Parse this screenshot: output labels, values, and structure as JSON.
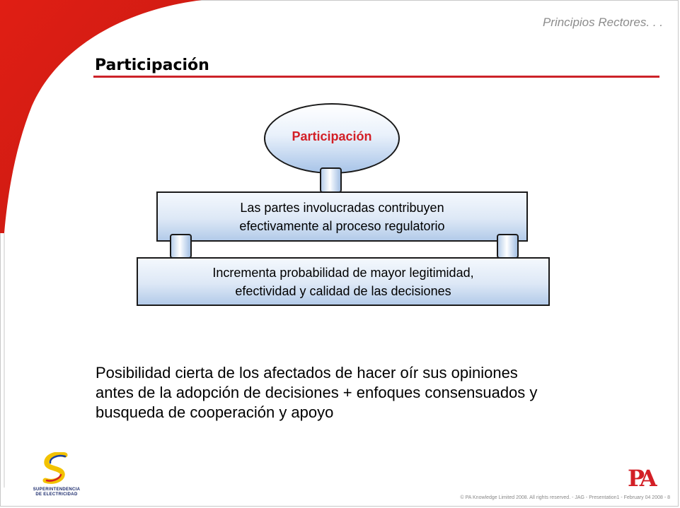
{
  "header": {
    "subtitle": "Principios Rectores. . ."
  },
  "slide": {
    "title": "Participación"
  },
  "diagram": {
    "ellipse_label": "Participación",
    "top_box": {
      "line1": "Las partes involucradas contribuyen",
      "line2": "efectivamente al proceso regulatorio"
    },
    "bottom_box": {
      "line1": "Incrementa probabilidad de mayor legitimidad,",
      "line2": "efectividad y calidad de las decisiones"
    }
  },
  "body": {
    "line1": "Posibilidad cierta de los afectados de hacer oír sus opiniones",
    "line2": "antes de la adopción de decisiones + enfoques consensuados y",
    "line3": "busqueda de cooperación y apoyo"
  },
  "logos": {
    "left_line1": "SUPERINTENDENCIA",
    "left_line2": "DE ELECTRICIDAD",
    "right": "PA"
  },
  "footer": {
    "text": "© PA Knowledge Limited 2008. All rights reserved. - JAG - Presentation1 - February 04 2008 - 8"
  },
  "colors": {
    "accent_red": "#d31f26",
    "box_blue": "#dde8f6"
  }
}
